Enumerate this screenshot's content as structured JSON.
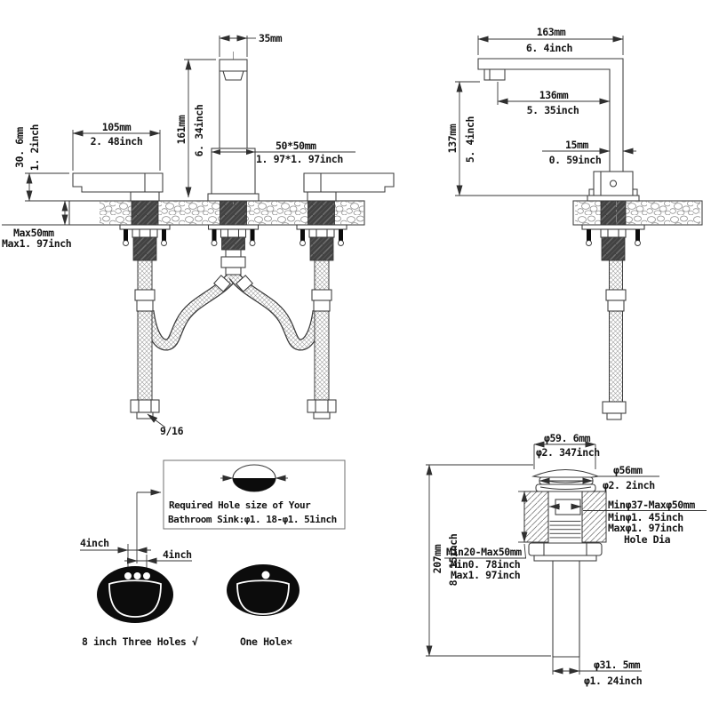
{
  "colors": {
    "background": "#ffffff",
    "line": "#3b3b3b",
    "text": "#141414",
    "solid_fill": "#0c0c0c"
  },
  "front_view": {
    "spout_width_mm": "35mm",
    "height_mm": "161mm",
    "height_inch": "6. 34inch",
    "handle_length_mm": "105mm",
    "handle_length_inch": "2. 48inch",
    "handle_height_mm": "30. 6mm",
    "handle_height_inch": "1. 2inch",
    "base_size_mm": "50*50mm",
    "base_size_inch": "1. 97*1. 97inch",
    "deck_thickness_mm": "Max50mm",
    "deck_thickness_inch": "Max1. 97inch",
    "hose_thread": "9/16"
  },
  "side_view": {
    "spout_reach_mm": "163mm",
    "spout_reach_inch": "6. 4inch",
    "spout_length_mm": "136mm",
    "spout_length_inch": "5. 35inch",
    "spout_height_mm": "137mm",
    "spout_height_inch": "5. 4inch",
    "body_width_mm": "15mm",
    "body_width_inch": "0. 59inch"
  },
  "hole_guide": {
    "note_line1": "Required Hole size of Your",
    "note_line2": "Bathroom Sink:φ1. 18-φ1. 51inch",
    "hole_spacing_left": "4inch",
    "hole_spacing_right": "4inch",
    "three_hole_label": "8 inch Three Holes √",
    "one_hole_label": "One Hole×"
  },
  "drain_view": {
    "cap_diameter_mm": "φ59. 6mm",
    "cap_diameter_inch": "φ2. 347inch",
    "flange_diameter_mm": "φ56mm",
    "flange_diameter_inch": "φ2. 2inch",
    "hole_diameter_mm": "Minφ37-Maxφ50mm",
    "hole_diameter_inch_min": "Minφ1. 45inch",
    "hole_diameter_inch_max": "Maxφ1. 97inch",
    "hole_diameter_label": "Hole Dia",
    "deck_range_mm": "Min20-Max50mm",
    "deck_range_inch_min": "Min0. 78inch",
    "deck_range_inch_max": "Max1. 97inch",
    "total_height_mm": "207mm",
    "total_height_inch": "8. 15inch",
    "pipe_diameter_mm": "φ31. 5mm",
    "pipe_diameter_inch": "φ1. 24inch"
  }
}
